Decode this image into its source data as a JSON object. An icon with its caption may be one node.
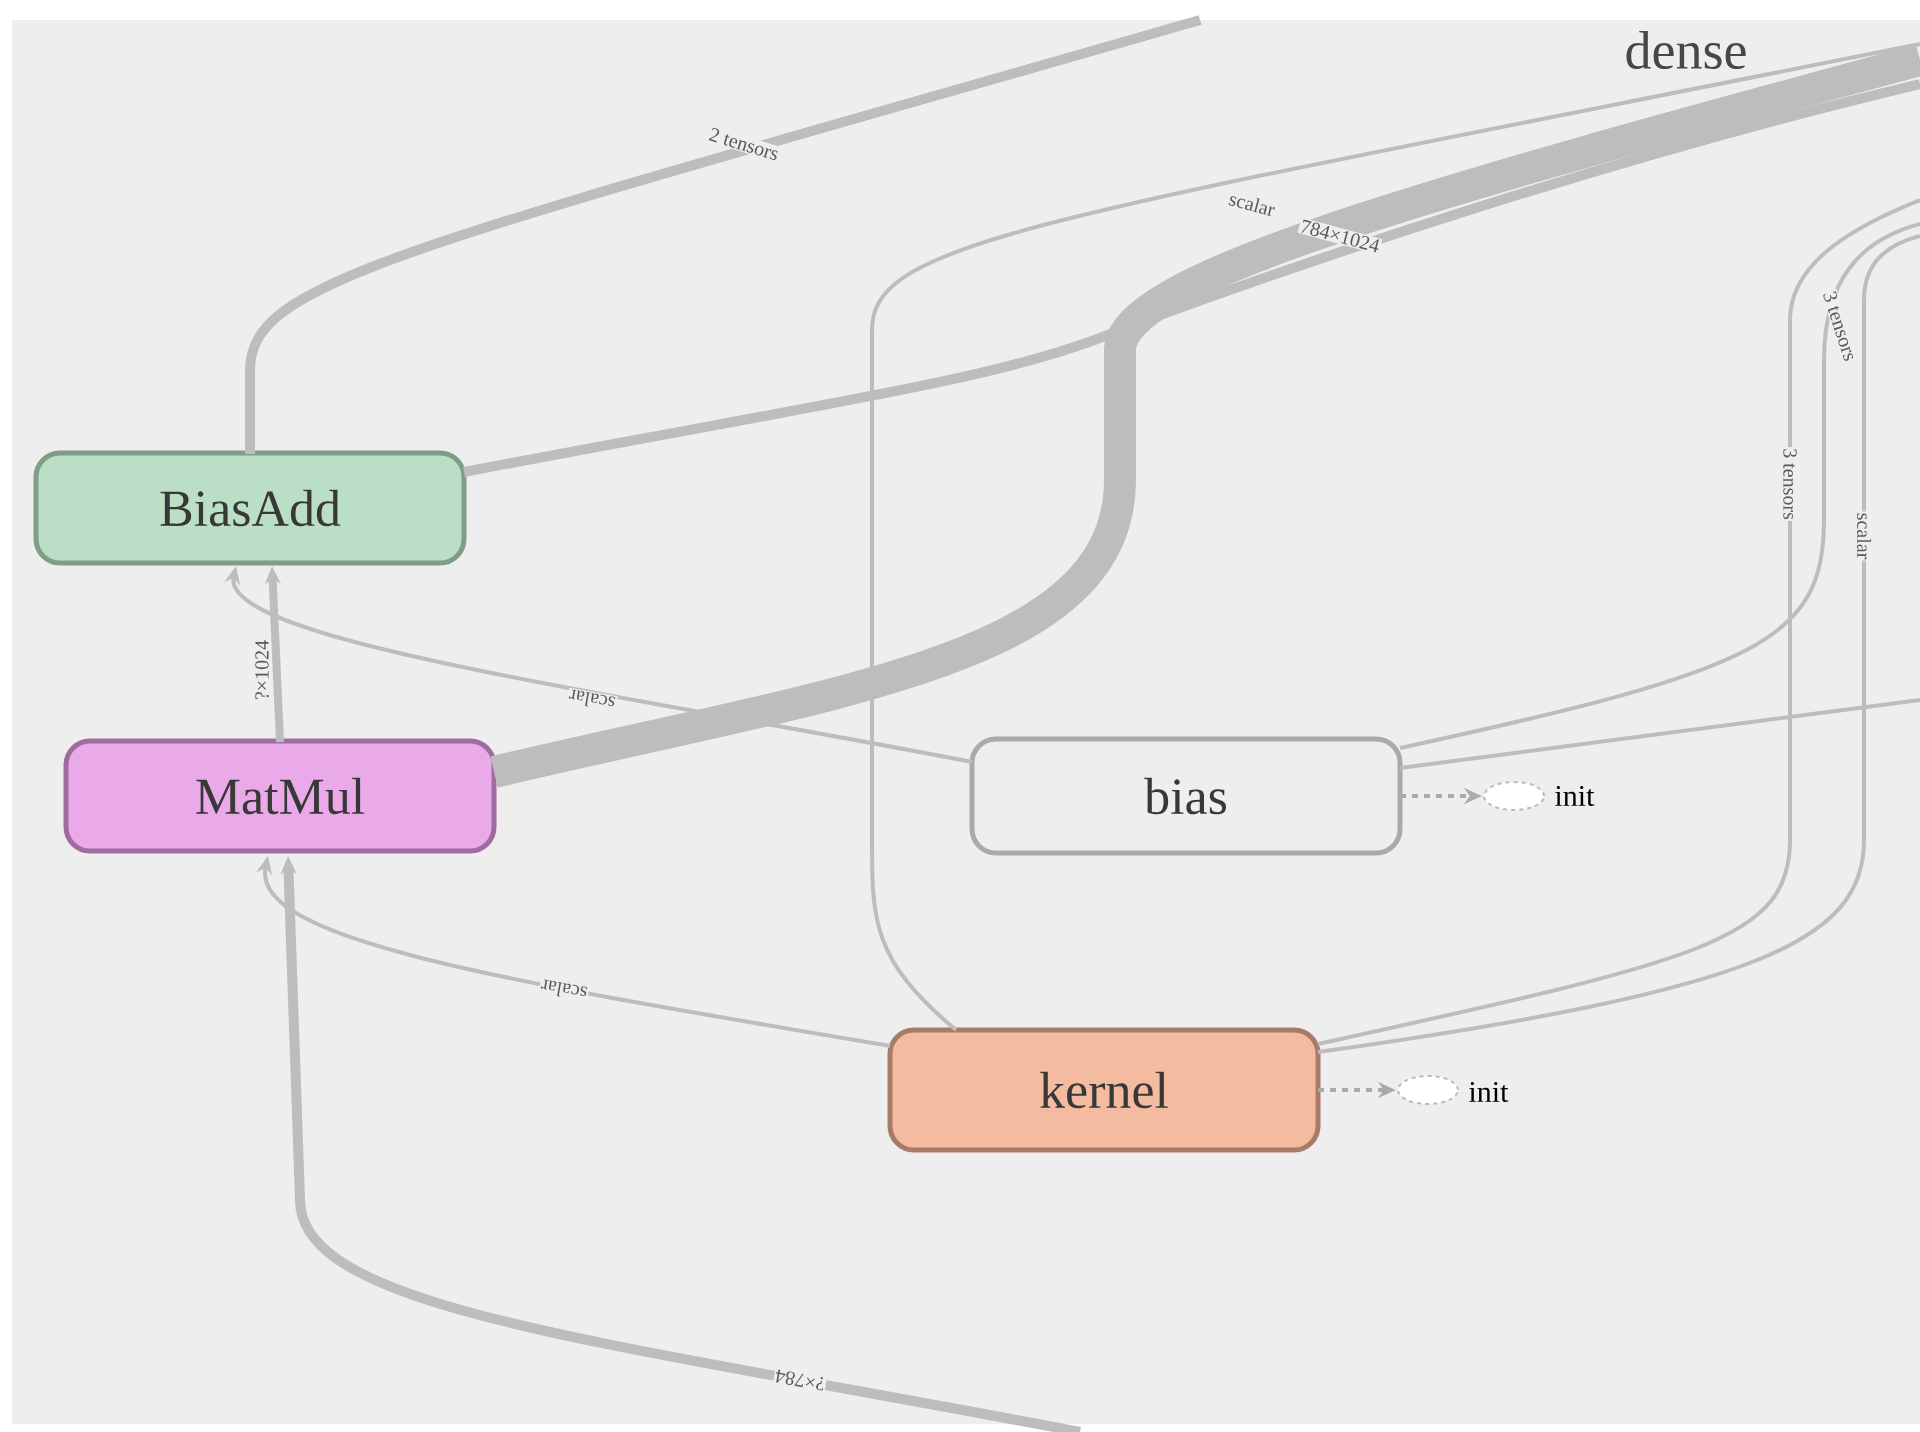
{
  "diagram": {
    "nodes": [
      {
        "text": [
          "BiasAdd"
        ]
      },
      {
        "text": [
          "MatMul"
        ]
      },
      {
        "text": [
          "bias"
        ]
      },
      {
        "text": [
          "kernel"
        ]
      },
      {
        "text": [],
        "shape": "ellipse",
        "beside": [
          "init"
        ]
      },
      {
        "text": [],
        "shape": "ellipse",
        "beside": [
          "init"
        ]
      }
    ],
    "edges": [
      {
        "from": 0,
        "to": null,
        "arrow": "none",
        "label": "2 tensors",
        "style": "thick"
      },
      {
        "from": 0,
        "to": null,
        "arrow": "none",
        "style": "thick"
      },
      {
        "from": 1,
        "to": 0,
        "arrow": "to",
        "label": "?×1024",
        "style": "thick"
      },
      {
        "from": 2,
        "to": 0,
        "arrow": "to",
        "label": "scalar"
      },
      {
        "from": 1,
        "to": null,
        "arrow": "none",
        "label": "784×1024",
        "style": "thick"
      },
      {
        "from": 3,
        "to": 1,
        "arrow": "to",
        "label": "scalar"
      },
      {
        "from": null,
        "to": 1,
        "arrow": "to",
        "label": "?×784",
        "style": "thick"
      },
      {
        "from": 3,
        "to": null,
        "arrow": "none",
        "label": "scalar"
      },
      {
        "from": 2,
        "to": null,
        "arrow": "none",
        "label": "3 tensors"
      },
      {
        "from": 2,
        "to": null,
        "arrow": "none"
      },
      {
        "from": 3,
        "to": null,
        "arrow": "none",
        "label": "3 tensors"
      },
      {
        "from": 3,
        "to": null,
        "arrow": "none",
        "label": "scalar"
      },
      {
        "from": 2,
        "to": 4,
        "arrow": "to",
        "style": "dashed"
      },
      {
        "from": 3,
        "to": 5,
        "arrow": "to",
        "style": "dashed"
      }
    ],
    "labels": [
      "dense"
    ]
  }
}
